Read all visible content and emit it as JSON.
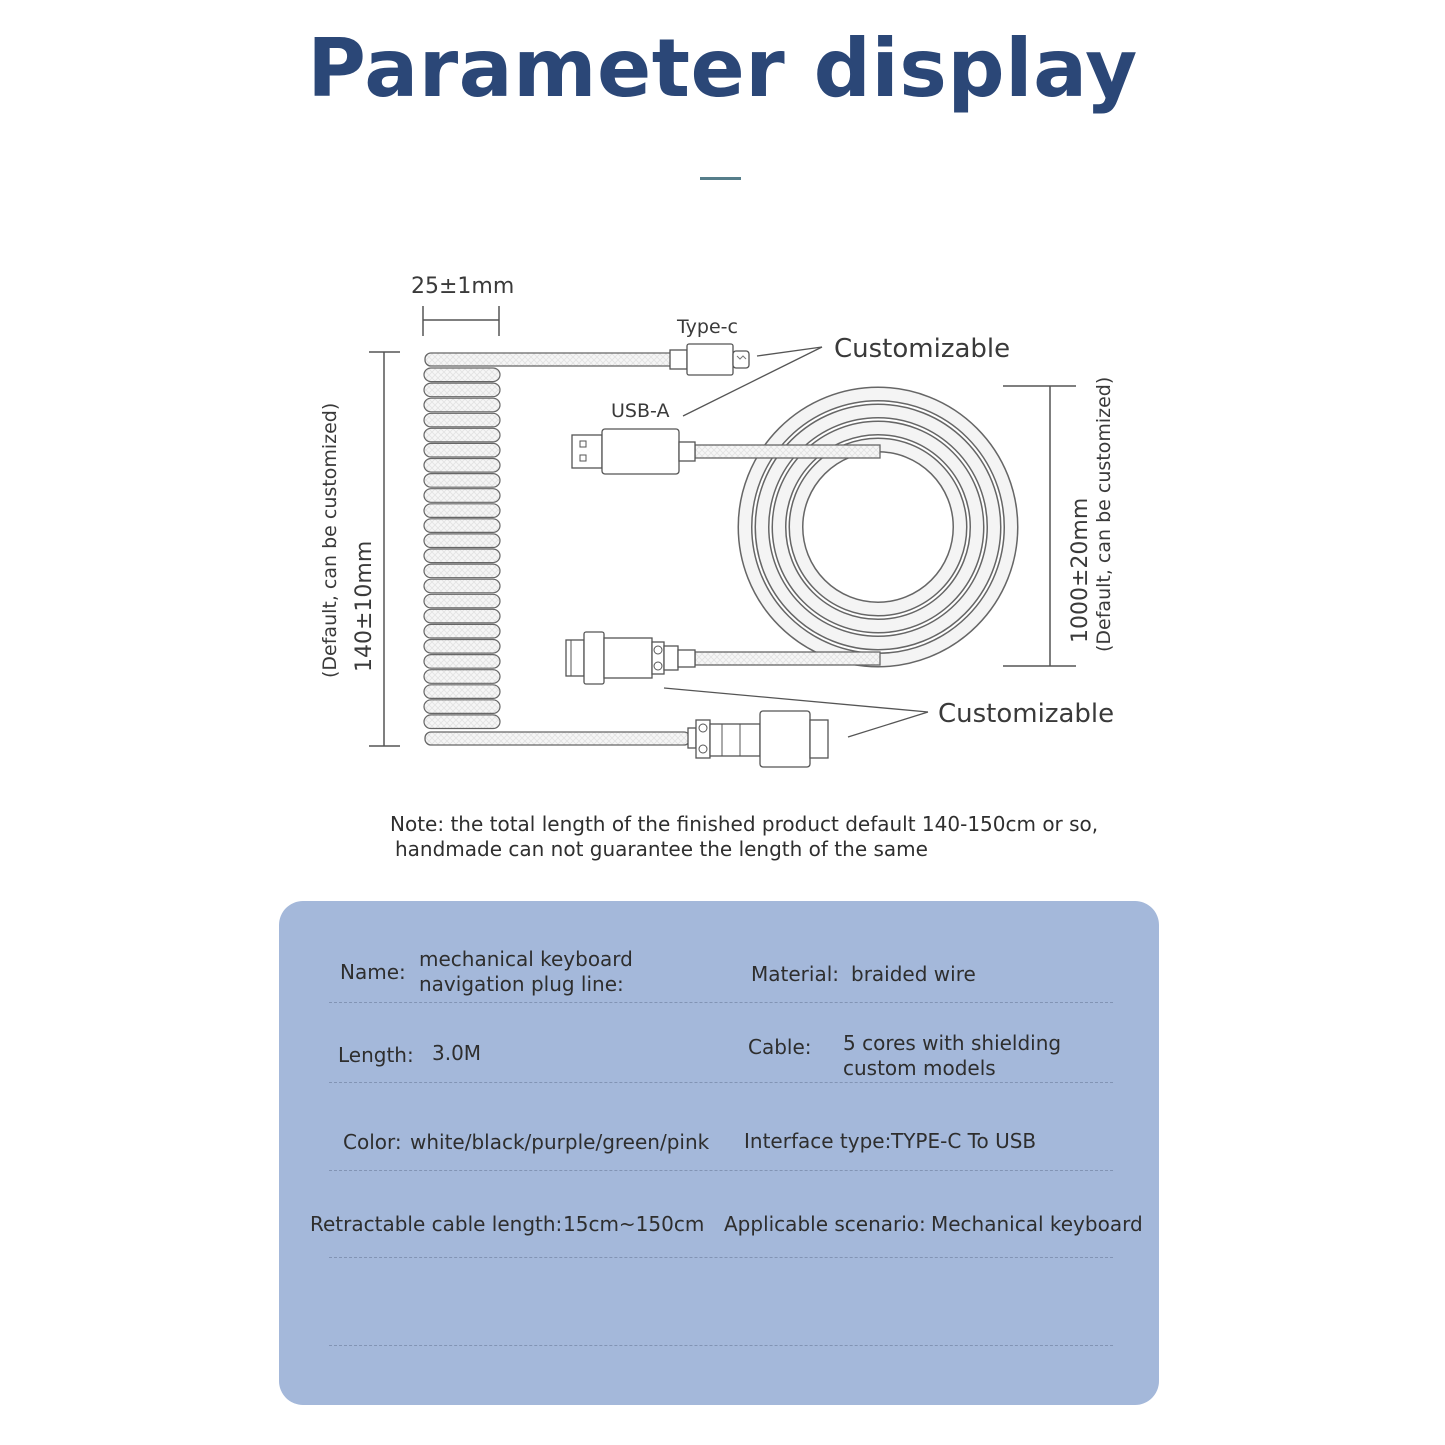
{
  "header": {
    "title": "Parameter display"
  },
  "diagram": {
    "width_label": "25±1mm",
    "typec_label": "Type-c",
    "usba_label": "USB-A",
    "customizable_top": "Customizable",
    "customizable_bottom": "Customizable",
    "left_dim_value": "140±10mm",
    "left_dim_note": "(Default, can be customized)",
    "right_dim_value": "1000±20mm",
    "right_dim_note": "(Default, can be customized)"
  },
  "note": {
    "line1": "Note: the total length of the finished product default 140-150cm or so,",
    "line2": "handmade can not guarantee the length of the same"
  },
  "specs": {
    "name_label": "Name:",
    "name_line1": "mechanical keyboard",
    "name_line2": "navigation plug line:",
    "material_label": "Material:",
    "material_value": "braided wire",
    "length_label": "Length:",
    "length_value": "3.0M",
    "cable_label": "Cable:",
    "cable_line1": "5 cores with shielding",
    "cable_line2": "custom models",
    "color_label": "Color:",
    "color_value": "white/black/purple/green/pink",
    "interface_label": "Interface type:",
    "interface_value": "TYPE-C To USB",
    "retract_label": "Retractable cable length:",
    "retract_value": "15cm~150cm",
    "scenario_label": "Applicable scenario:",
    "scenario_value": "Mechanical keyboard"
  },
  "colors": {
    "title": "#2b4777",
    "panel": "#a4b8da",
    "line": "#555555",
    "cable_fill": "#f4f4f4"
  }
}
